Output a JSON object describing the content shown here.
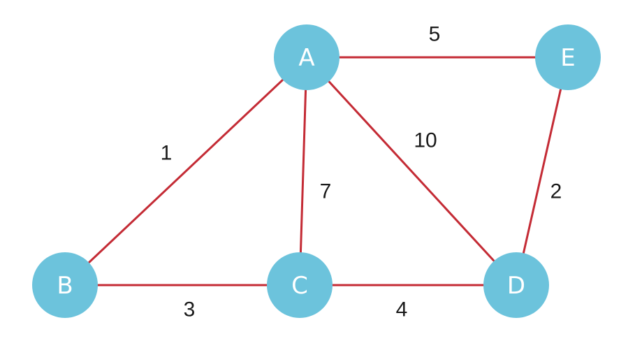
{
  "colors": {
    "edge": "#c42b35",
    "node": "#6cc3dc",
    "node_text": "#ffffff",
    "weight_text": "#1a1a1a",
    "background": "#ffffff"
  },
  "nodes": [
    {
      "id": "A",
      "label": "A"
    },
    {
      "id": "B",
      "label": "B"
    },
    {
      "id": "C",
      "label": "C"
    },
    {
      "id": "D",
      "label": "D"
    },
    {
      "id": "E",
      "label": "E"
    }
  ],
  "edges": [
    {
      "from": "A",
      "to": "E",
      "weight": "5"
    },
    {
      "from": "A",
      "to": "B",
      "weight": "1"
    },
    {
      "from": "A",
      "to": "C",
      "weight": "7"
    },
    {
      "from": "A",
      "to": "D",
      "weight": "10"
    },
    {
      "from": "E",
      "to": "D",
      "weight": "2"
    },
    {
      "from": "B",
      "to": "C",
      "weight": "3"
    },
    {
      "from": "C",
      "to": "D",
      "weight": "4"
    }
  ]
}
